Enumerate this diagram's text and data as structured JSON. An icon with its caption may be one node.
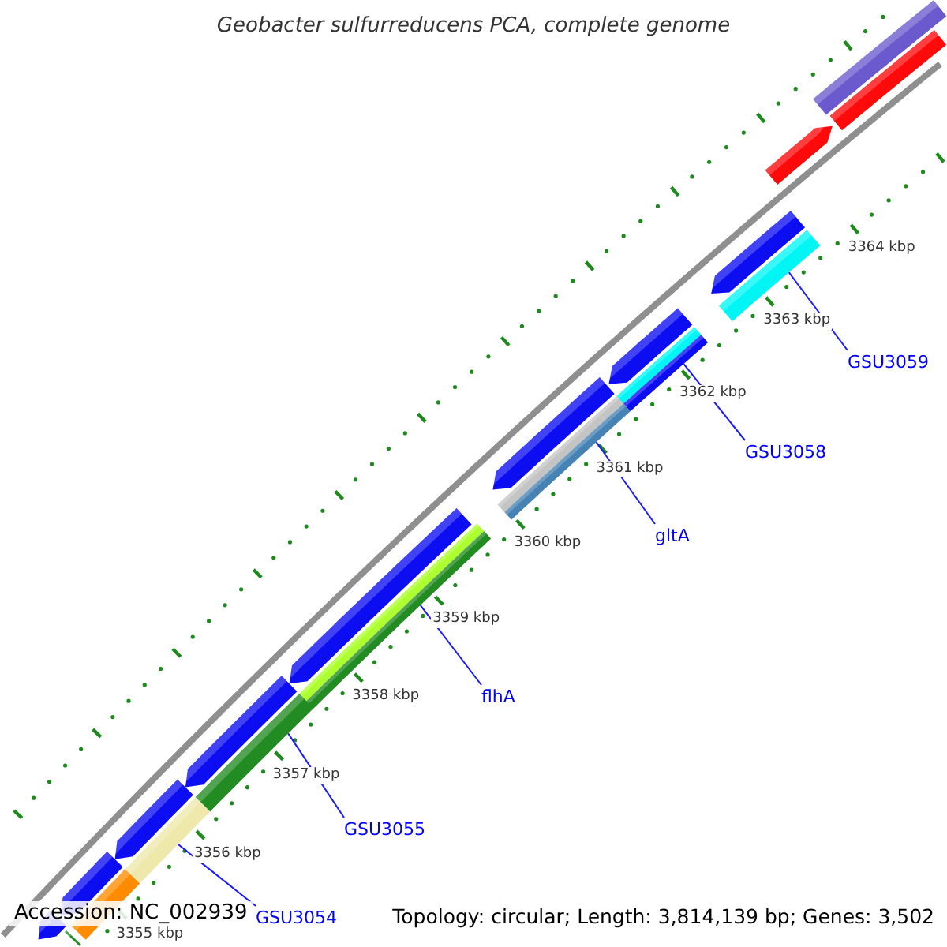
{
  "diagram": {
    "title": "Geobacter sulfurreducens PCA, complete genome",
    "nodes": [
      {
        "text": [
          "GSU3059"
        ]
      },
      {
        "text": [
          "GSU3058"
        ]
      },
      {
        "text": [
          "gltA"
        ]
      },
      {
        "text": [
          "flhA"
        ]
      },
      {
        "text": [
          "GSU3055"
        ]
      },
      {
        "text": [
          "GSU3054"
        ]
      },
      {
        "text": [],
        "shape": "bar"
      },
      {
        "text": [],
        "shape": "bar"
      },
      {
        "text": [],
        "shape": "bar"
      },
      {
        "text": [],
        "shape": "bar"
      },
      {
        "text": [],
        "shape": "bar"
      },
      {
        "text": [],
        "shape": "bar"
      }
    ],
    "edges": [
      {
        "from": 0,
        "to": 6,
        "arrow": "none"
      },
      {
        "from": 1,
        "to": 7,
        "arrow": "none"
      },
      {
        "from": 2,
        "to": 8,
        "arrow": "none"
      },
      {
        "from": 3,
        "to": 9,
        "arrow": "none"
      },
      {
        "from": 4,
        "to": 10,
        "arrow": "none"
      },
      {
        "from": 5,
        "to": 11,
        "arrow": "none"
      }
    ],
    "labels": [
      "3364 kbp",
      "3363 kbp",
      "3362 kbp",
      "3361 kbp",
      "3360 kbp",
      "3359 kbp",
      "3358 kbp",
      "3357 kbp",
      "3356 kbp",
      "Accession: NC_002939",
      "Topology: circular; Length: 3,814,139 bp; Genes: 3,502",
      "3355 kbp"
    ]
  }
}
